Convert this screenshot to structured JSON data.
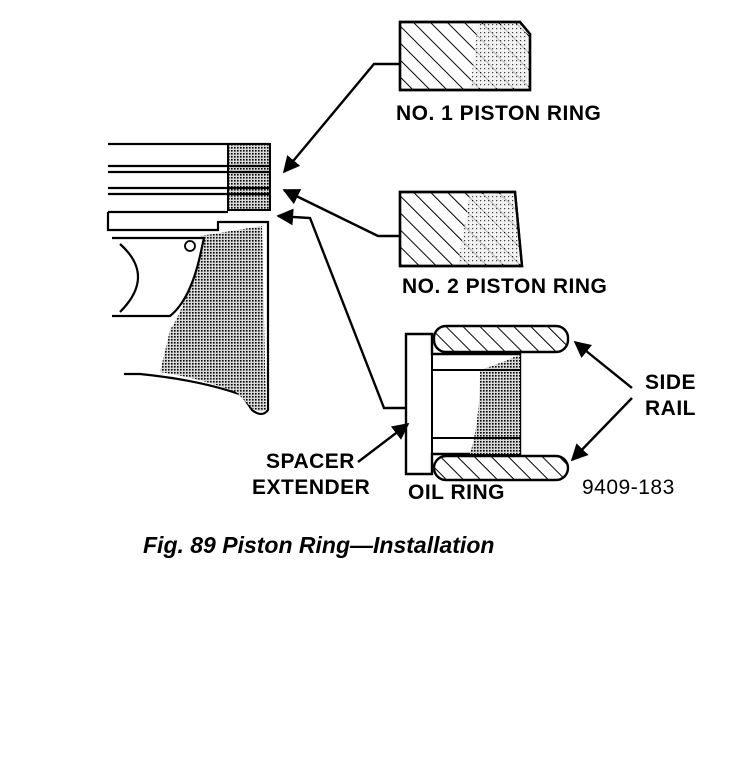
{
  "labels": {
    "ring1": "NO. 1 PISTON RING",
    "ring2": "NO. 2 PISTON RING",
    "side_rail_1": "SIDE",
    "side_rail_2": "RAIL",
    "spacer": "SPACER",
    "extender": "EXTENDER",
    "oil_ring": "OIL RING",
    "figure_number": "9409-183"
  },
  "caption": "Fig. 89 Piston Ring—Installation"
}
